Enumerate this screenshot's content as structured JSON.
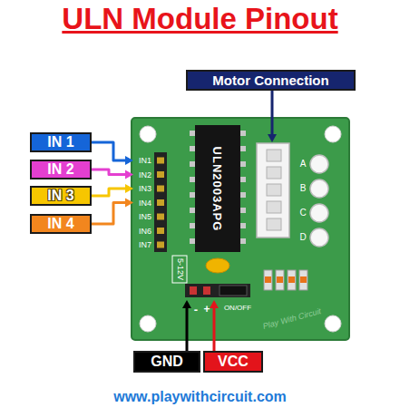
{
  "diagram": {
    "title": "ULN Module Pinout",
    "caption": "www.playwithcircuit.com",
    "nodes": [
      {
        "text": [
          "Motor Connection"
        ]
      },
      {
        "text": [
          "IN 1"
        ]
      },
      {
        "text": [
          "IN 2"
        ]
      },
      {
        "text": [
          "IN 3"
        ]
      },
      {
        "text": [
          "IN 4"
        ]
      },
      {
        "text": [
          "ULN2003APG"
        ]
      },
      {
        "text": [
          "GND"
        ]
      },
      {
        "text": [
          "VCC"
        ]
      }
    ],
    "labels": [
      "IN1",
      "IN2",
      "IN3",
      "IN4",
      "IN5",
      "IN6",
      "IN7",
      "A",
      "B",
      "C",
      "D",
      "5-12V",
      "-",
      "+",
      "ON/OFF",
      "Play With Circuit"
    ]
  }
}
